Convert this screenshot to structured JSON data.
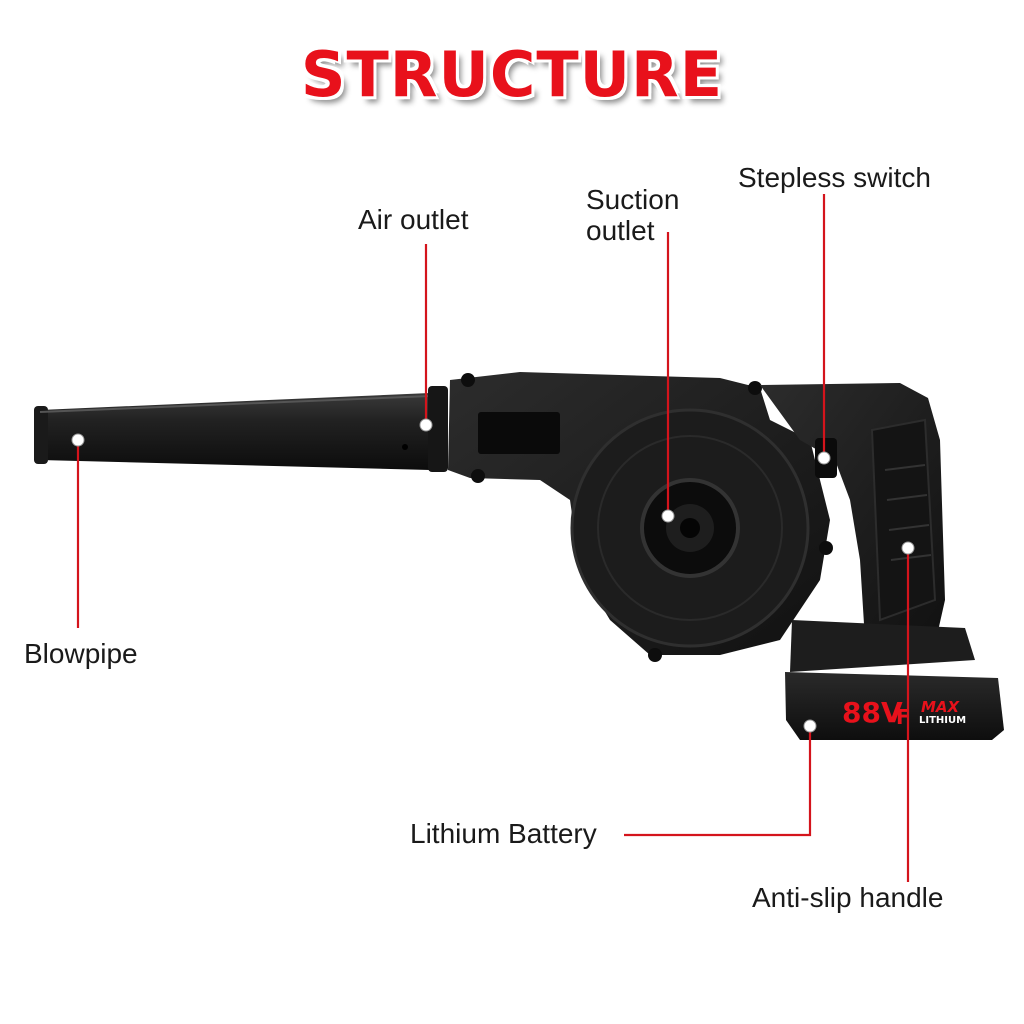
{
  "title": "STRUCTURE",
  "labels": {
    "air_outlet": "Air outlet",
    "suction_outlet_line1": "Suction",
    "suction_outlet_line2": "outlet",
    "stepless_switch": "Stepless switch",
    "blowpipe": "Blowpipe",
    "lithium_battery": "Lithium Battery",
    "anti_slip_handle": "Anti-slip handle"
  },
  "battery": {
    "voltage": "88V",
    "unit_mark": "F",
    "max": "MAX",
    "type": "LITHIUM"
  },
  "colors": {
    "title": "#e8111b",
    "leader_line": "#d4141c",
    "body": "#1b1b1b",
    "battery_text": "#e8111b"
  }
}
